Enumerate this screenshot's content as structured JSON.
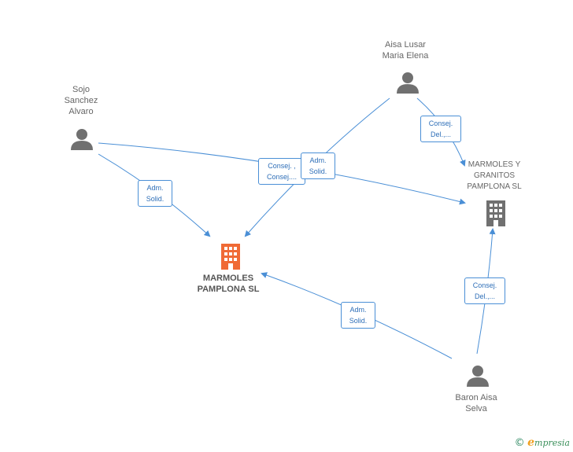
{
  "nodes": {
    "sojo": {
      "label": "Sojo\nSanchez\nAlvaro",
      "type": "person"
    },
    "aisa": {
      "label": "Aisa Lusar\nMaria Elena",
      "type": "person"
    },
    "baron": {
      "label": "Baron Aisa\nSelva",
      "type": "person"
    },
    "marmoles_pamplona": {
      "label": "MARMOLES\nPAMPLONA SL",
      "type": "company-main"
    },
    "marmoles_granitos": {
      "label": "MARMOLES Y\nGRANITOS\nPAMPLONA  SL",
      "type": "company"
    }
  },
  "edges": [
    {
      "from": "sojo",
      "to": "marmoles_pamplona",
      "label": "Adm.\nSolid."
    },
    {
      "from": "sojo",
      "to": "marmoles_granitos",
      "label": "Consej. ,\nConsej...."
    },
    {
      "from": "aisa",
      "to": "marmoles_pamplona",
      "label": "Adm.\nSolid."
    },
    {
      "from": "aisa",
      "to": "marmoles_granitos",
      "label": "Consej.\nDel.,..."
    },
    {
      "from": "baron",
      "to": "marmoles_pamplona",
      "label": "Adm.\nSolid."
    },
    {
      "from": "baron",
      "to": "marmoles_granitos",
      "label": "Consej.\nDel.,..."
    }
  ],
  "watermark": {
    "copyright": "©",
    "brand_initial": "e",
    "brand_rest": "mpresia"
  },
  "colors": {
    "edge": "#4a8fd6",
    "person": "#707070",
    "company": "#707070",
    "company_main": "#f06a35"
  }
}
